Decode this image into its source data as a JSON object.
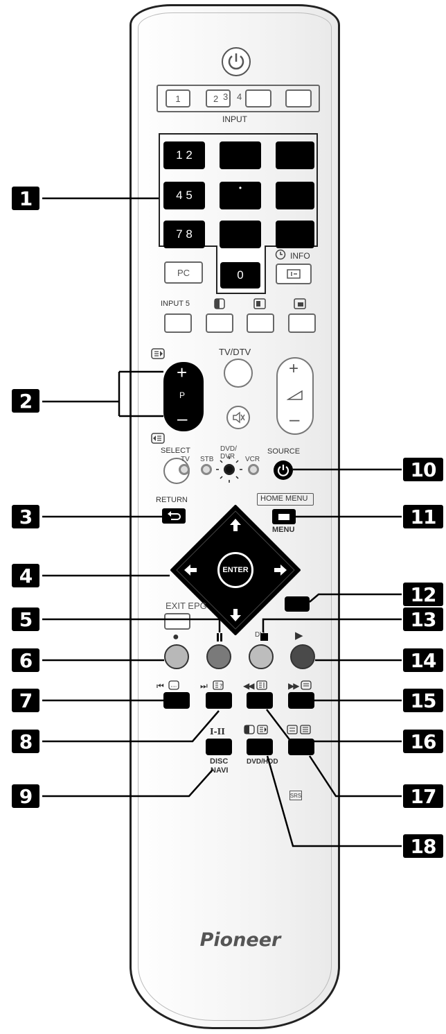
{
  "input": {
    "label": "INPUT",
    "buttons": [
      "1",
      "2",
      "3",
      "4",
      ""
    ]
  },
  "numpad": {
    "rows": [
      [
        "1",
        "2",
        "",
        ""
      ],
      [
        "4",
        "5",
        "",
        ""
      ],
      [
        "7",
        "8",
        "",
        ""
      ]
    ],
    "row_dots": [
      "",
      "•",
      ""
    ],
    "zero": "0"
  },
  "buttons": {
    "pc": "PC",
    "info": "INFO",
    "input5": "INPUT 5",
    "tv_dtv": "TV/DTV",
    "p_label": "P",
    "select": "SELECT",
    "mode_tv": "TV",
    "mode_stb": "STB",
    "mode_dvd": "DVD/\nDVR",
    "mode_vcr": "VCR",
    "source": "SOURCE",
    "return": "RETURN",
    "home_menu": "HOME MENU",
    "menu": "MENU",
    "enter": "ENTER",
    "exit_epg": "EXIT EPG",
    "dvd_hdd": "DVD/HDD",
    "disc_navi_1": "DISC",
    "disc_navi_2": "NAVI",
    "audio": "I-II",
    "dv": "DV",
    "srs": "SRS"
  },
  "brand": "Pioneer",
  "callouts": [
    "1",
    "2",
    "3",
    "4",
    "5",
    "6",
    "7",
    "8",
    "9",
    "10",
    "11",
    "12",
    "13",
    "14",
    "15",
    "16",
    "17",
    "18"
  ],
  "colors": {
    "button_gray_light": "#b8b8b8",
    "button_gray_mid": "#7a7a7a",
    "button_gray_dark": "#4a4a4a",
    "black": "#000000"
  }
}
